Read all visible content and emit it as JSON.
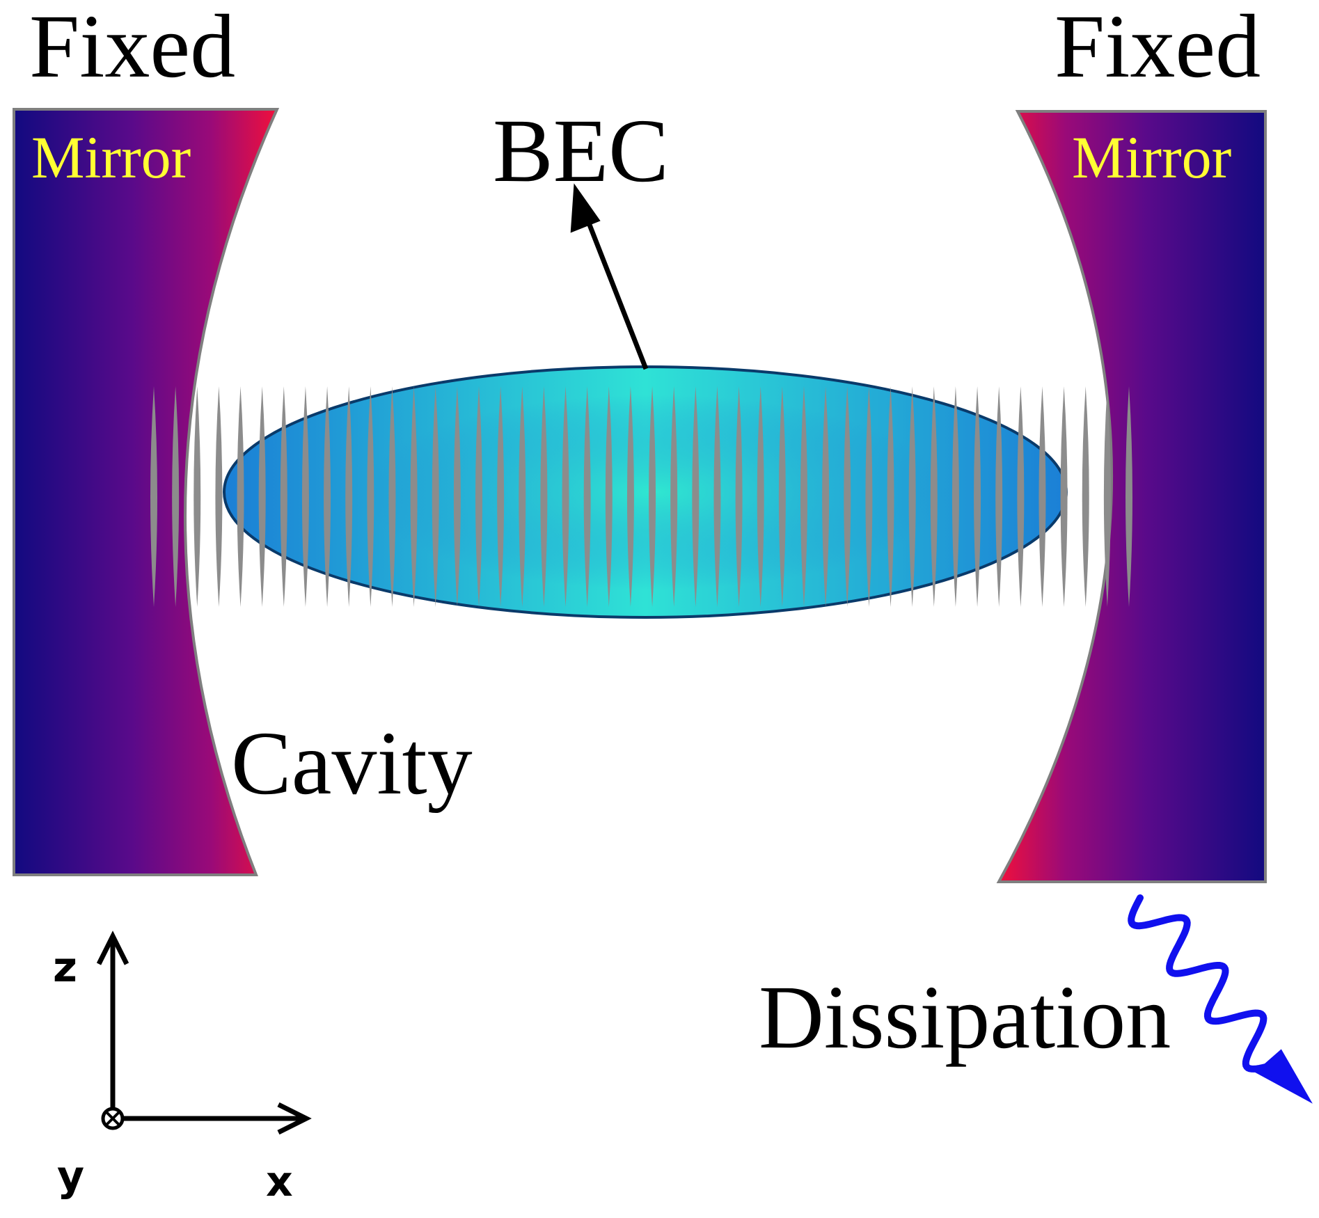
{
  "labels": {
    "left_fixed": "Fixed",
    "left_mirror": "Mirror",
    "right_fixed": "Fixed",
    "right_mirror": "Mirror",
    "bec": "BEC",
    "cavity": "Cavity",
    "dissipation": "Dissipation"
  },
  "axes": {
    "z": "z",
    "x": "x",
    "y": "y"
  },
  "colors": {
    "mirror_outer": "#1a0a7a",
    "mirror_mid": "#6a0a88",
    "mirror_inner": "#e0104a",
    "mirror_label": "#ffff33",
    "bec_center": "#2ee0d8",
    "bec_edge": "#1c8fd8",
    "fringe": "#8a8a8a",
    "photon": "#1010ee",
    "text": "#000000"
  }
}
